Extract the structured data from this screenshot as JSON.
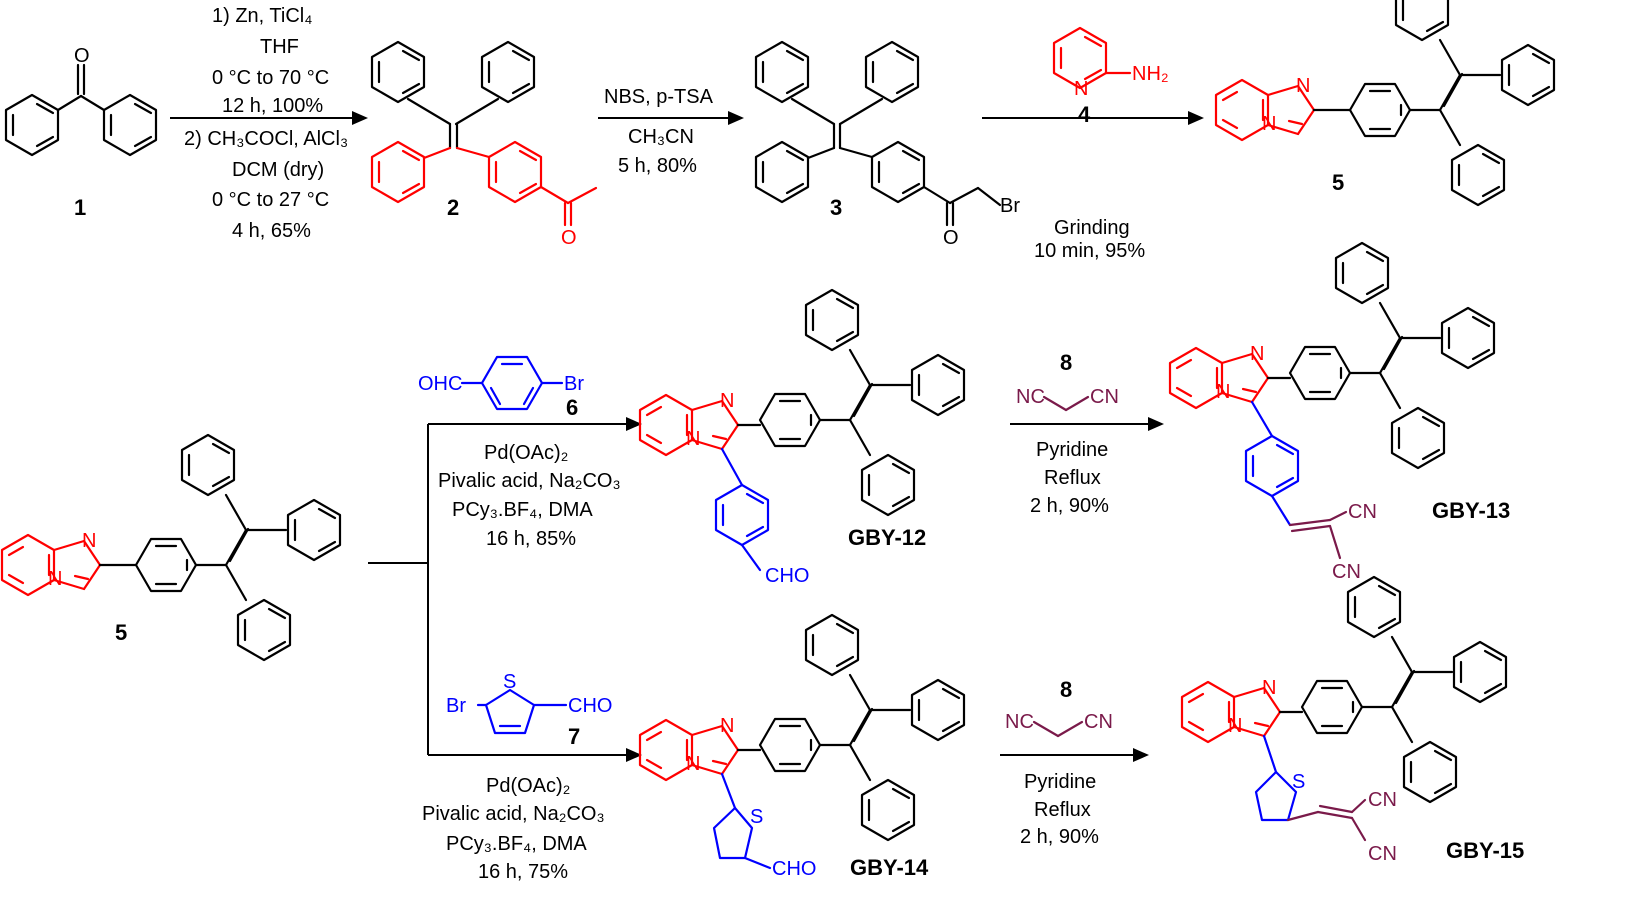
{
  "scheme": {
    "step1": {
      "line1": "1) Zn, TiCl₄",
      "line2": "THF",
      "line3": "0 °C to 70 °C",
      "line4": "12 h, 100%",
      "line5": "2) CH₃COCl, AlCl₃",
      "line6": "DCM (dry)",
      "line7": "0 °C to 27 °C",
      "line8": "4 h, 65%"
    },
    "step2": {
      "line1": "NBS, p-TSA",
      "line2": "CH₃CN",
      "line3": "5 h, 80%"
    },
    "step3": {
      "reagent_label": "4",
      "line1": "Grinding",
      "line2": "10 min, 95%"
    },
    "step4": {
      "reagent_label": "6",
      "reagent_left": "OHC",
      "reagent_right": "Br",
      "line1": "Pd(OAc)₂",
      "line2": "Pivalic acid, Na₂CO₃",
      "line3": "PCy₃.BF₄, DMA",
      "line4": "16 h, 85%"
    },
    "step5": {
      "reagent_label": "7",
      "reagent_left": "Br",
      "reagent_right": "CHO",
      "line1": "Pd(OAc)₂",
      "line2": "Pivalic acid, Na₂CO₃",
      "line3": "PCy₃.BF₄, DMA",
      "line4": "16 h, 75%"
    },
    "step6": {
      "reagent_label": "8",
      "nc": "NC",
      "cn": "CN",
      "line1": "Pyridine",
      "line2": "Reflux",
      "line3": "2 h, 90%"
    },
    "step7": {
      "reagent_label": "8",
      "nc": "NC",
      "cn": "CN",
      "line1": "Pyridine",
      "line2": "Reflux",
      "line3": "2 h, 90%"
    },
    "compounds": {
      "c1": "1",
      "c2": "2",
      "c3": "3",
      "c5_top": "5",
      "c5_left": "5",
      "gby12": "GBY-12",
      "gby13": "GBY-13",
      "gby14": "GBY-14",
      "gby15": "GBY-15"
    },
    "atoms": {
      "O": "O",
      "N": "N",
      "S": "S",
      "Br": "Br",
      "NH2": "NH₂",
      "CHO": "CHO",
      "CN": "CN"
    }
  }
}
